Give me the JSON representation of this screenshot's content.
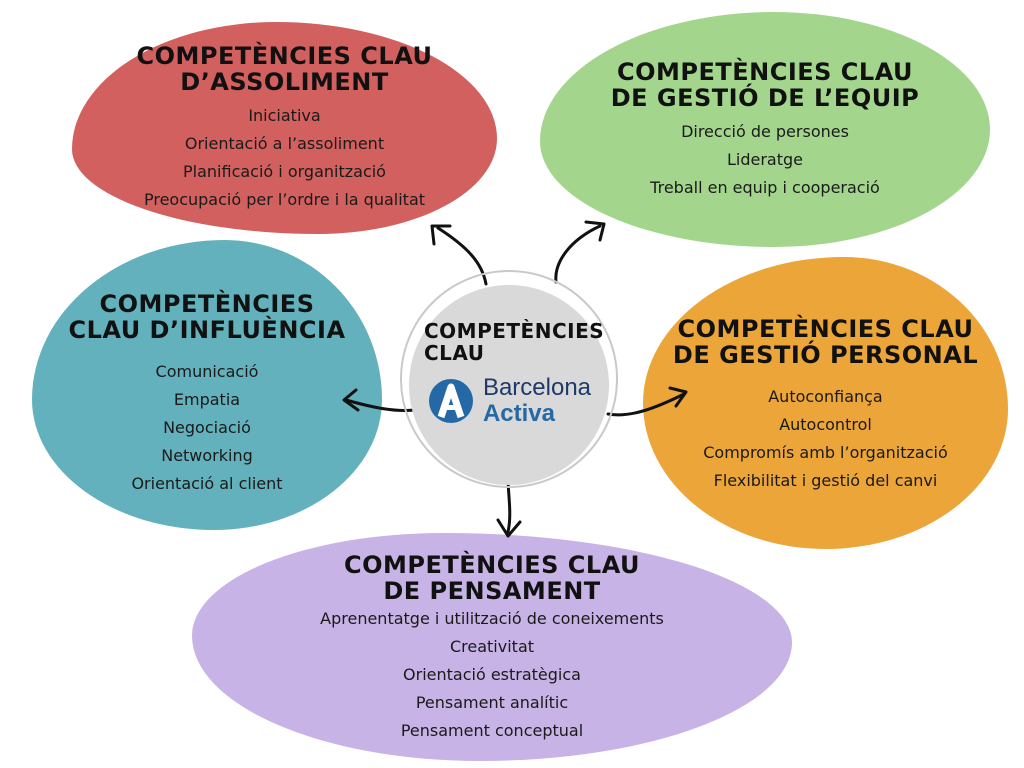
{
  "colors": {
    "assoliment": "#d1605f",
    "equip": "#a3d68c",
    "influencia": "#63b1bc",
    "personal": "#eba539",
    "pensament": "#c7b3e5",
    "center": "#d9d9d9",
    "logo_dark": "#1f3a68",
    "logo_blue": "#2469a5"
  },
  "center": {
    "title": "COMPETÈNCIES CLAU",
    "logo_line1": "Barcelona",
    "logo_line2": "Activa",
    "logo_icon": "barcelona-activa-a-icon"
  },
  "groups": {
    "assoliment": {
      "title": "COMPETÈNCIES CLAU D’ASSOLIMENT",
      "items": [
        "Iniciativa",
        "Orientació a l’assoliment",
        "Planificació i organització",
        "Preocupació per l’ordre i la qualitat"
      ]
    },
    "equip": {
      "title": "COMPETÈNCIES CLAU DE GESTIÓ DE L’EQUIP",
      "items": [
        "Direcció de persones",
        "Lideratge",
        "Treball en equip i cooperació"
      ]
    },
    "influencia": {
      "title": "COMPETÈNCIES CLAU D’INFLUÈNCIA",
      "items": [
        "Comunicació",
        "Empatia",
        "Negociació",
        "Networking",
        "Orientació al client"
      ]
    },
    "personal": {
      "title": "COMPETÈNCIES CLAU DE GESTIÓ PERSONAL",
      "items": [
        "Autoconfiança",
        "Autocontrol",
        "Compromís amb l’organització",
        "Flexibilitat i gestió del canvi"
      ]
    },
    "pensament": {
      "title": "COMPETÈNCIES CLAU DE PENSAMENT",
      "items": [
        "Aprenentatge i utilització de coneixements",
        "Creativitat",
        "Orientació estratègica",
        "Pensament analític",
        "Pensament conceptual"
      ]
    }
  }
}
